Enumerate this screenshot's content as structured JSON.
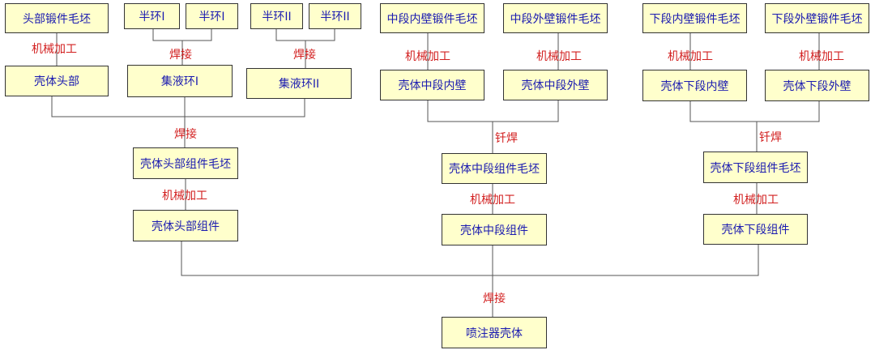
{
  "nodes": {
    "n1": "头部锻件毛坯",
    "n2": "半环I",
    "n3": "半环I",
    "n4": "半环II",
    "n5": "半环II",
    "n6": "中段内壁锻件毛坯",
    "n7": "中段外壁锻件毛坯",
    "n8": "下段内壁锻件毛坯",
    "n9": "下段外壁锻件毛坯",
    "n10": "壳体头部",
    "n11": "集液环I",
    "n12": "集液环II",
    "n13": "壳体中段内壁",
    "n14": "壳体中段外壁",
    "n15": "壳体下段内壁",
    "n16": "壳体下段外壁",
    "n17": "壳体头部组件毛坯",
    "n18": "壳体中段组件毛坯",
    "n19": "壳体下段组件毛坯",
    "n20": "壳体头部组件",
    "n21": "壳体中段组件",
    "n22": "壳体下段组件",
    "n23": "喷注器壳体"
  },
  "ops": {
    "o1": "机械加工",
    "o2": "焊接",
    "o3": "焊接",
    "o4": "机械加工",
    "o5": "机械加工",
    "o6": "机械加工",
    "o7": "机械加工",
    "o8": "焊接",
    "o9": "钎焊",
    "o10": "钎焊",
    "o11": "机械加工",
    "o12": "机械加工",
    "o13": "机械加工",
    "o14": "焊接"
  },
  "colors": {
    "node_fill": "#ffffcc",
    "node_border": "#333333",
    "node_text": "#1b1bb0",
    "operation_text": "#d21f1f",
    "connector": "#555555"
  }
}
